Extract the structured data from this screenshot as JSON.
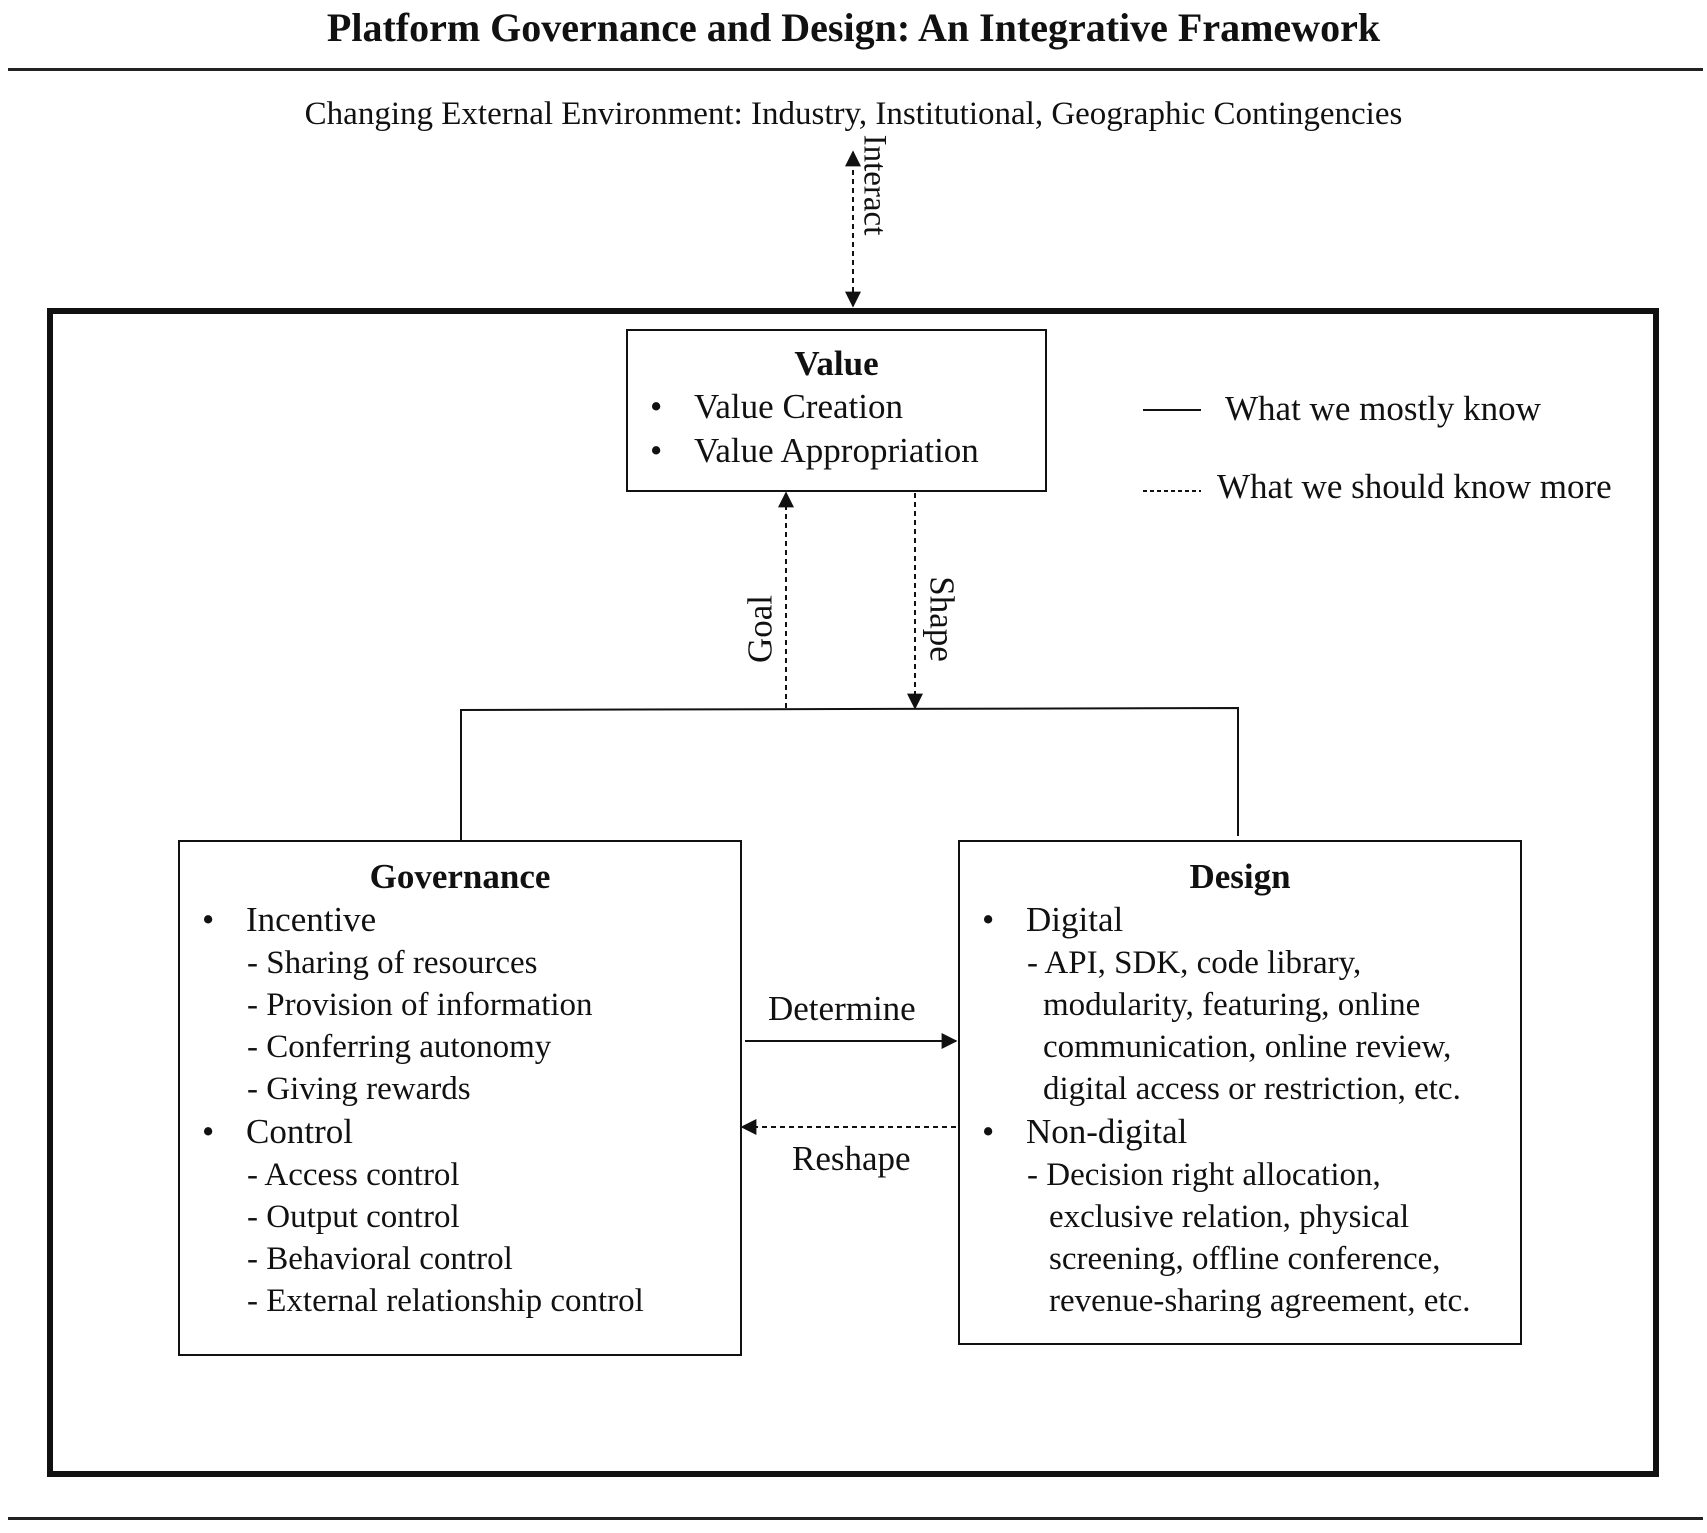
{
  "title": "Platform Governance and Design: An Integrative Framework",
  "environment": "Changing External Environment: Industry, Institutional, Geographic Contingencies",
  "interact_label": "Interact",
  "value_box": {
    "title": "Value",
    "items": [
      "Value Creation",
      "Value Appropriation"
    ]
  },
  "legend": {
    "solid": "What we mostly know",
    "dashed": "What we should know more"
  },
  "edges": {
    "goal": "Goal",
    "shape": "Shape",
    "determine": "Determine",
    "reshape": "Reshape"
  },
  "governance": {
    "title": "Governance",
    "incentive": {
      "label": "Incentive",
      "items": [
        "- Sharing of resources",
        "- Provision of information",
        "- Conferring autonomy",
        "- Giving rewards"
      ]
    },
    "control": {
      "label": "Control",
      "items": [
        "- Access control",
        "- Output control",
        "- Behavioral control",
        "- External relationship control"
      ]
    }
  },
  "design": {
    "title": "Design",
    "digital": {
      "label": "Digital",
      "items": [
        "- API, SDK, code library,",
        "modularity, featuring, online",
        "communication, online review,",
        "digital access or restriction, etc."
      ]
    },
    "non_digital": {
      "label": "Non-digital",
      "items": [
        "- Decision right allocation,",
        "exclusive relation, physical",
        "screening, offline conference,",
        "revenue-sharing agreement, etc."
      ]
    }
  },
  "bullet_char": "•"
}
